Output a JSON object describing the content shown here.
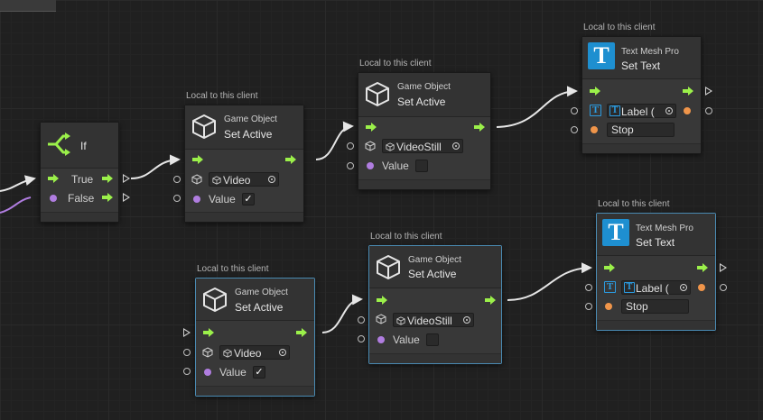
{
  "colors": {
    "control_flow": "#9bf04a",
    "boolean_port": "#b07de0",
    "string_port": "#f0954a",
    "selection_border": "#4a8bb3",
    "tmp_icon": "#1e8fd0"
  },
  "if_node": {
    "title": "If",
    "true_label": "True",
    "false_label": "False"
  },
  "top_row": {
    "set_active_1": {
      "caption": "Local to this client",
      "category": "Game Object",
      "title": "Set Active",
      "target_value": "Video",
      "value_label": "Value",
      "value_checked": true,
      "value_mark": "✓"
    },
    "set_active_2": {
      "caption": "Local to this client",
      "category": "Game Object",
      "title": "Set Active",
      "target_value": "VideoStill",
      "value_label": "Value",
      "value_checked": false,
      "value_mark": ""
    },
    "set_text": {
      "caption": "Local to this client",
      "category": "Text Mesh Pro",
      "title": "Set Text",
      "target_value": "Label (",
      "text_value": "Stop",
      "icon_letter": "T"
    }
  },
  "bottom_row": {
    "set_active_1": {
      "caption": "Local to this client",
      "category": "Game Object",
      "title": "Set Active",
      "target_value": "Video",
      "value_label": "Value",
      "value_checked": true,
      "value_mark": "✓"
    },
    "set_active_2": {
      "caption": "Local to this client",
      "category": "Game Object",
      "title": "Set Active",
      "target_value": "VideoStill",
      "value_label": "Value",
      "value_checked": false,
      "value_mark": ""
    },
    "set_text": {
      "caption": "Local to this client",
      "category": "Text Mesh Pro",
      "title": "Set Text",
      "target_value": "Label (",
      "text_value": "Stop",
      "icon_letter": "T"
    }
  }
}
